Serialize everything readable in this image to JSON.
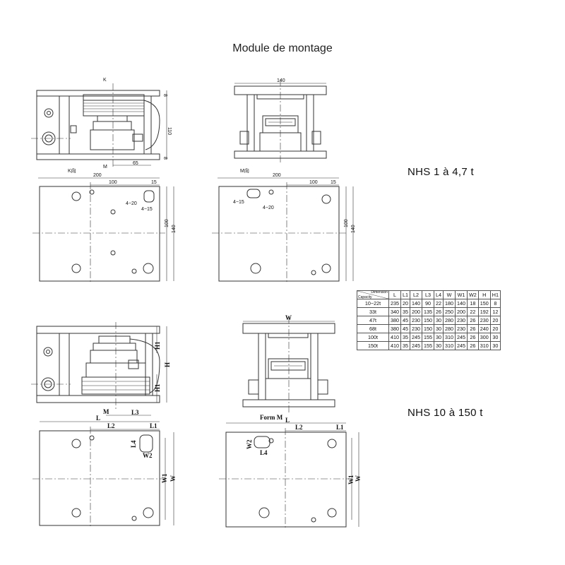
{
  "title": "Module de montage",
  "labels": {
    "small": "NHS 1 à 4,7 t",
    "large": "NHS 10 à 150 t"
  },
  "drawing_text": {
    "k_mark": "K",
    "k_view": "K向",
    "m_view": "M向",
    "m_mark": "M",
    "form_m": "Form M",
    "d140": "140",
    "d110": "110",
    "d65": "65",
    "d8": "8",
    "d200": "200",
    "d100": "100",
    "d15": "15",
    "d4_20": "4−20",
    "d4_15": "4−15",
    "d100v": "100",
    "d140v": "140",
    "L": "L",
    "L1": "L1",
    "L2": "L2",
    "L3": "L3",
    "L4": "L4",
    "W": "W",
    "W1": "W1",
    "W2": "W2",
    "H": "H",
    "H1": "H1"
  },
  "table": {
    "corner_top": "Dimension",
    "corner_bottom": "Capacity",
    "headers": [
      "L",
      "L1",
      "L2",
      "L3",
      "L4",
      "W",
      "W1",
      "W2",
      "H",
      "H1"
    ],
    "rows": [
      [
        "10−22t",
        "235",
        "20",
        "140",
        "90",
        "22",
        "180",
        "140",
        "18",
        "150",
        "8"
      ],
      [
        "33t",
        "340",
        "35",
        "200",
        "135",
        "26",
        "250",
        "200",
        "22",
        "192",
        "12"
      ],
      [
        "47t",
        "380",
        "45",
        "230",
        "150",
        "30",
        "280",
        "230",
        "26",
        "230",
        "20"
      ],
      [
        "68t",
        "380",
        "45",
        "230",
        "150",
        "30",
        "280",
        "230",
        "26",
        "240",
        "20"
      ],
      [
        "100t",
        "410",
        "35",
        "245",
        "155",
        "30",
        "310",
        "245",
        "26",
        "300",
        "30"
      ],
      [
        "150t",
        "410",
        "35",
        "245",
        "155",
        "30",
        "310",
        "245",
        "26",
        "310",
        "30"
      ]
    ]
  }
}
